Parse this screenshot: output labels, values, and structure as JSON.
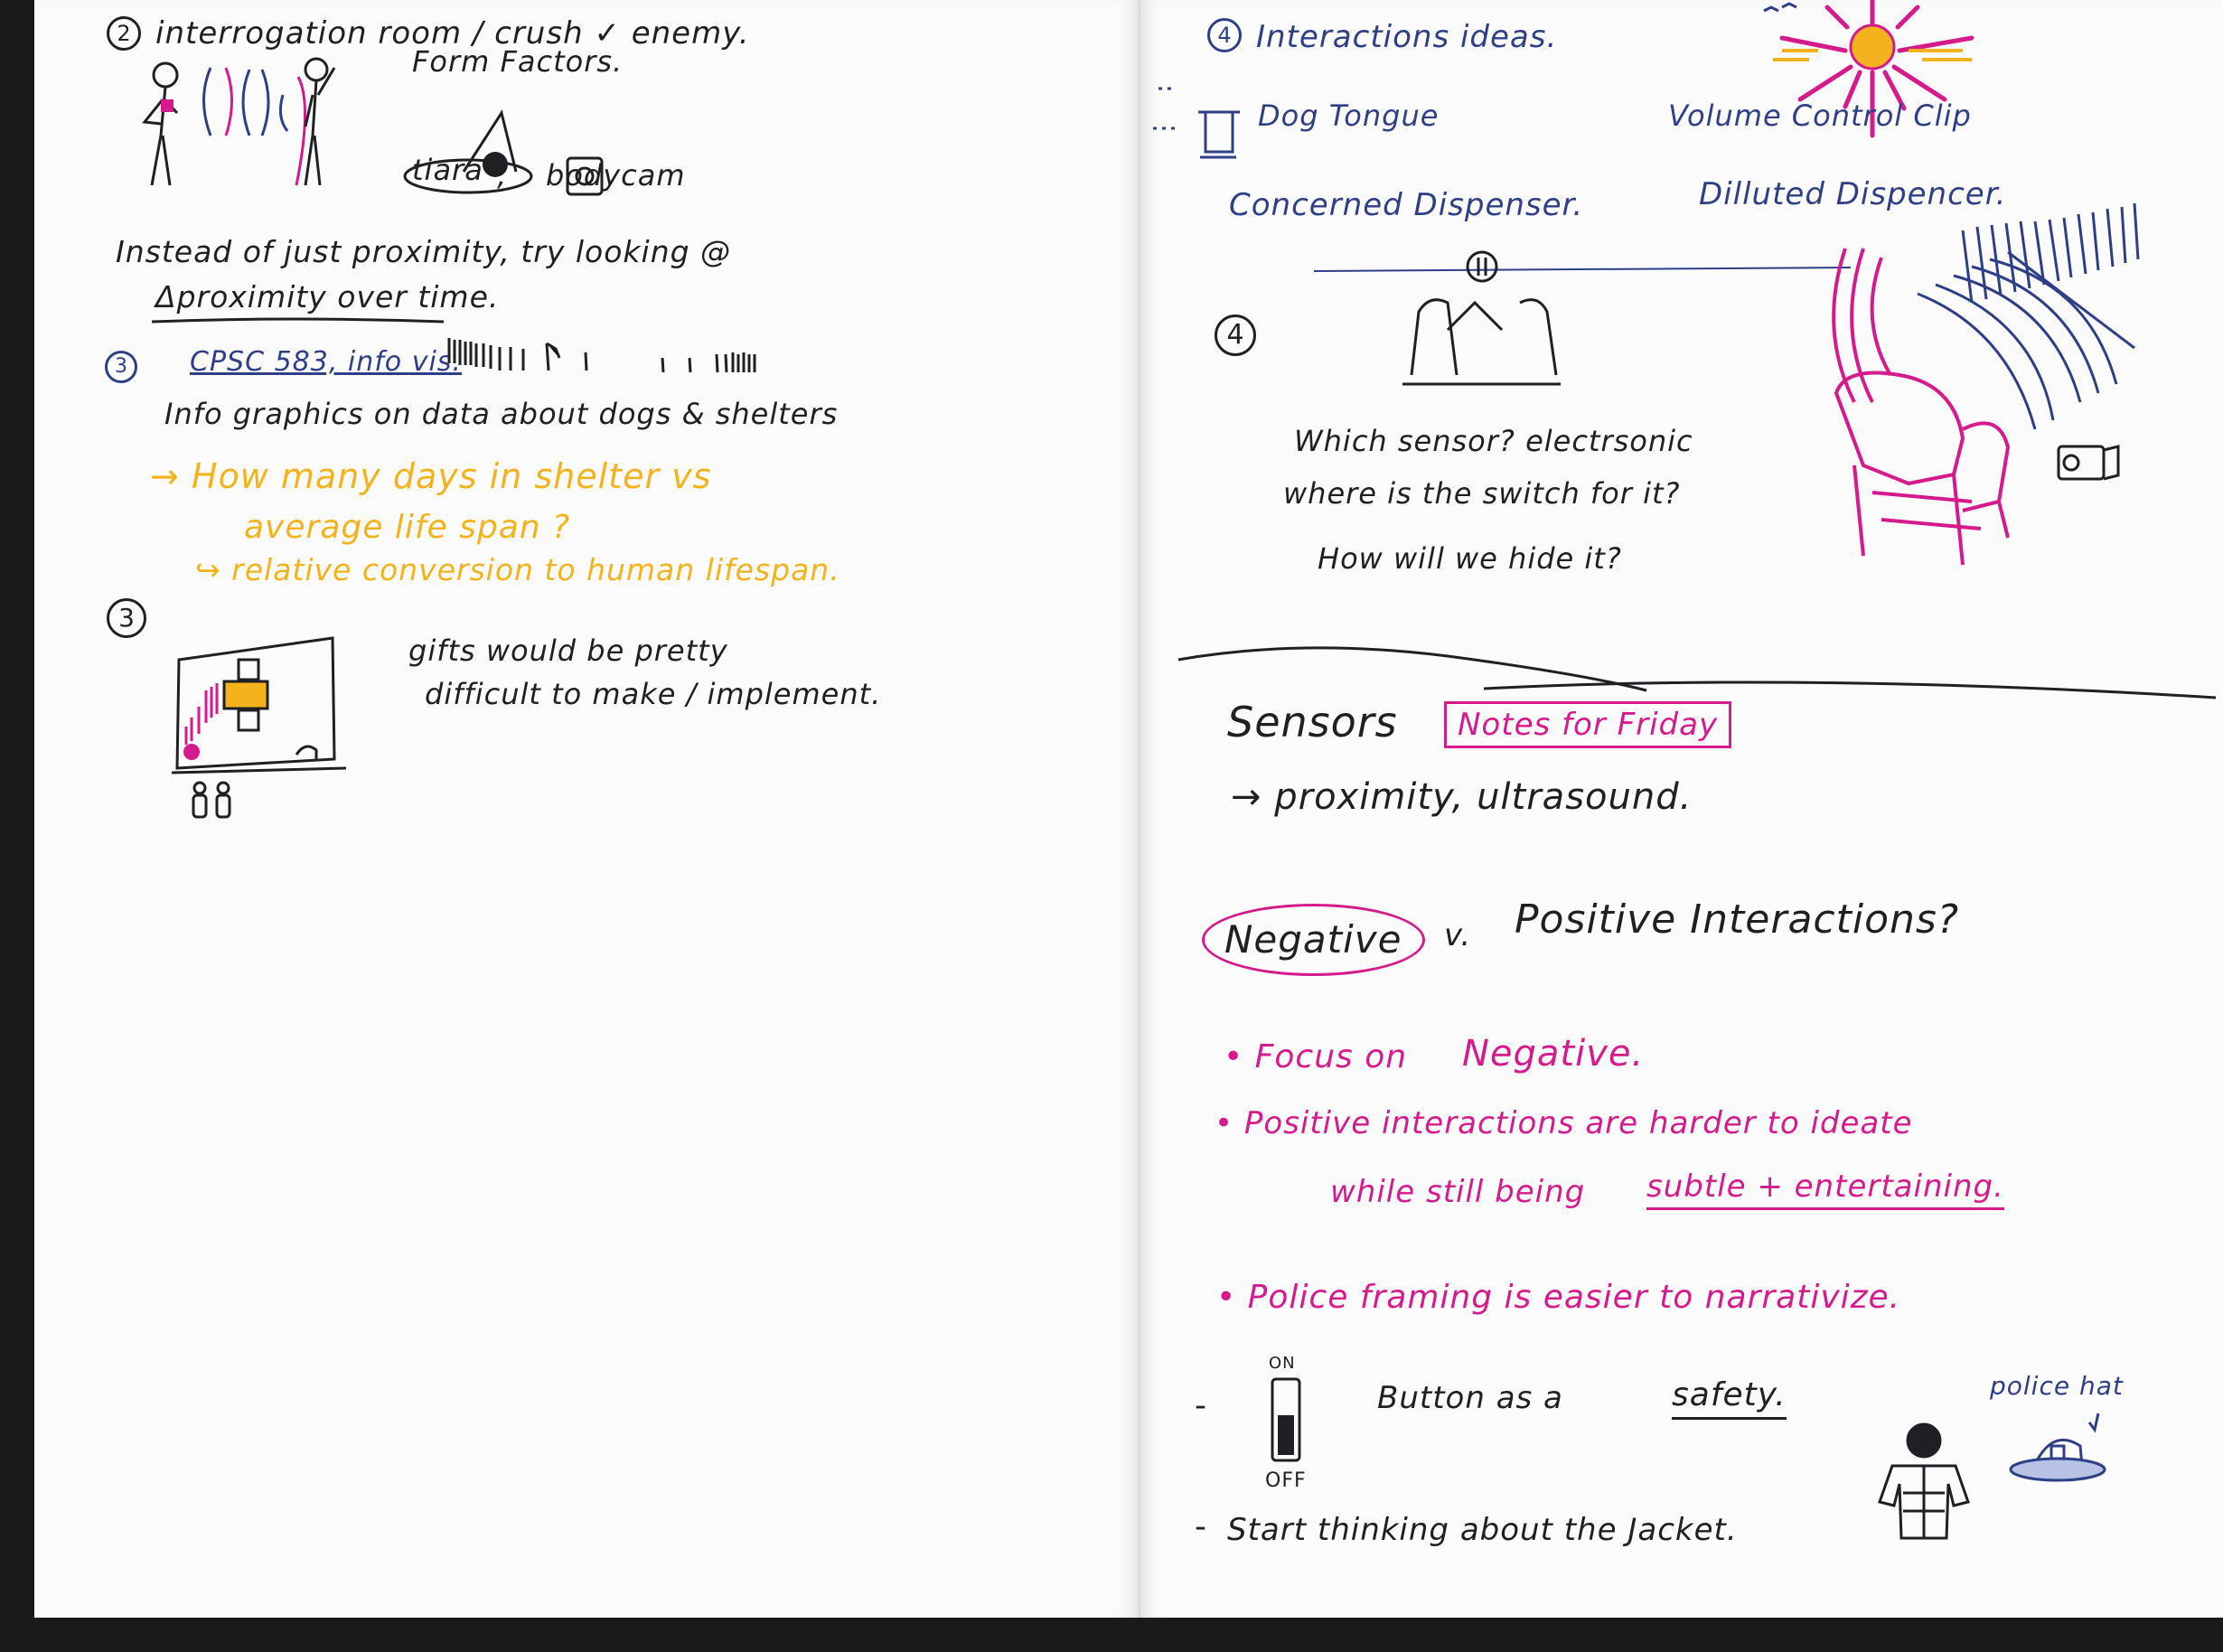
{
  "left_page": {
    "section2": {
      "number": "2",
      "heading": "interrogation room / crush ✓ enemy."
    },
    "form_factors": {
      "label": "Form Factors.",
      "tiara": "tiara",
      "comma": ",",
      "bodycam": "bodycam"
    },
    "bullet_proximity": {
      "line1": "Instead of just proximity, try looking @",
      "line2": "Δproximity over time."
    },
    "section3a": {
      "number": "3",
      "heading": "CPSC 583, info vis."
    },
    "infographics": "Info graphics on data about dogs & shelters",
    "yellow_notes": {
      "line1": "→ How many days in shelter vs",
      "line2": "average life span ?",
      "line3": "↪ relative conversion to human lifespan."
    },
    "section3b": {
      "number": "3"
    },
    "gifts_note": {
      "line1": "gifts would be pretty",
      "line2": "difficult to make / implement."
    }
  },
  "right_page": {
    "section4a": {
      "number": "4",
      "heading": "Interactions ideas."
    },
    "ideas": {
      "dog_tongue": "Dog Tongue",
      "volume_clip": "Volume Control Clip",
      "concerned_dispenser": "Concerned Dispenser.",
      "dilluted_dispenser": "Dilluted Dispencer."
    },
    "section4b": {
      "number": "4"
    },
    "sensor_questions": {
      "q1": "Which sensor? electrsonic",
      "q2": "where is the switch for it?",
      "q3": "How will we hide it?"
    },
    "sensors": {
      "title": "Sensors",
      "tag": "Notes for Friday",
      "line": "→ proximity, ultrasound."
    },
    "negative_positive": {
      "negative": "Negative",
      "vs": "v.",
      "rest": "Positive Interactions?"
    },
    "magenta_bullets": {
      "b1a": "• Focus on",
      "b1b": "Negative.",
      "b2a": "• Positive interactions are harder to ideate",
      "b2b": "while still being",
      "b2c": "subtle + entertaining.",
      "b3": "• Police framing is easier to narrativize."
    },
    "switch": {
      "on": "ON",
      "off": "OFF",
      "dash": "-",
      "text_a": "Button as a",
      "text_b": "safety."
    },
    "jacket": {
      "dash": "-",
      "text": "Start thinking about the Jacket."
    },
    "police_hat": "police hat"
  },
  "colors": {
    "paper": "#fbfbfc",
    "black_ink": "#1f1f24",
    "blue_ink": "#2e3f86",
    "yellow_ink": "#f4b21d",
    "magenta_ink": "#d51a8c"
  }
}
